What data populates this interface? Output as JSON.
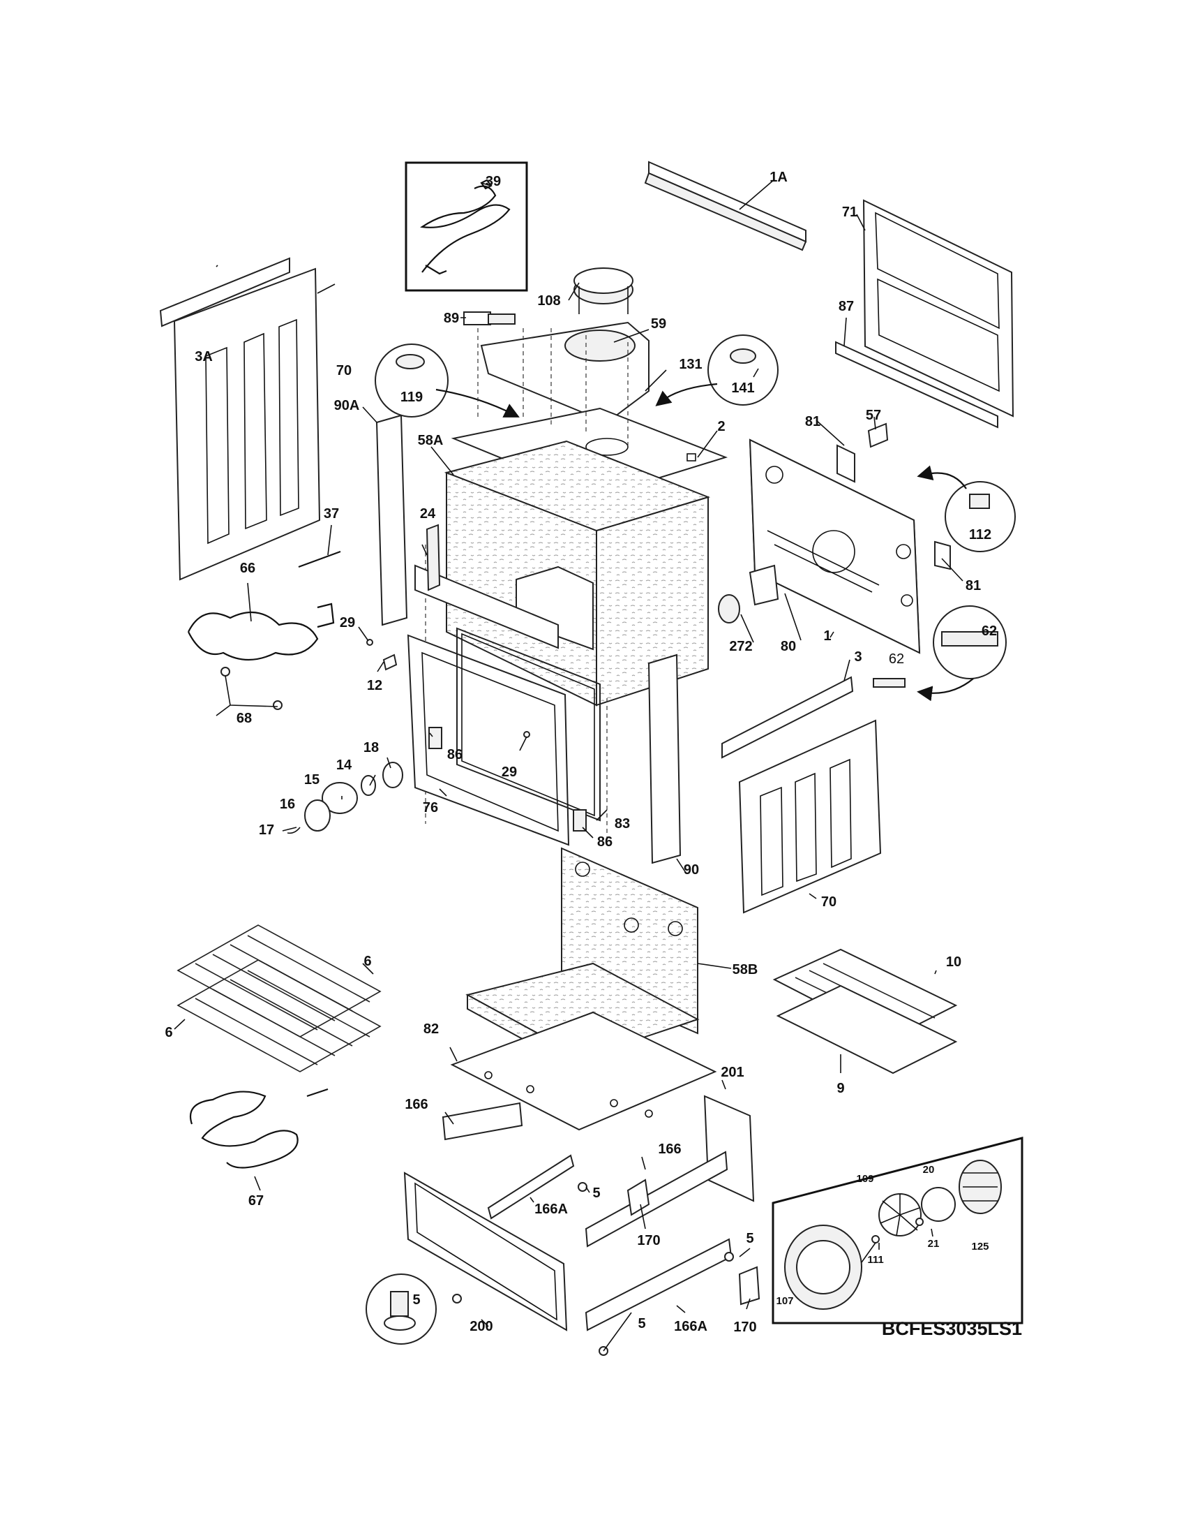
{
  "model_id": "BCFES3035LS1",
  "callouts": [
    {
      "id": "c-39",
      "text": "39"
    },
    {
      "id": "c-1A",
      "text": "1A"
    },
    {
      "id": "c-71",
      "text": "71"
    },
    {
      "id": "c-108",
      "text": "108"
    },
    {
      "id": "c-89",
      "text": "89"
    },
    {
      "id": "c-59",
      "text": "59"
    },
    {
      "id": "c-87",
      "text": "87"
    },
    {
      "id": "c-3A",
      "text": "3A"
    },
    {
      "id": "c-70a",
      "text": "70"
    },
    {
      "id": "c-119",
      "text": "119"
    },
    {
      "id": "c-131",
      "text": "131"
    },
    {
      "id": "c-141",
      "text": "141"
    },
    {
      "id": "c-90A",
      "text": "90A"
    },
    {
      "id": "c-58A",
      "text": "58A"
    },
    {
      "id": "c-2",
      "text": "2"
    },
    {
      "id": "c-81a",
      "text": "81"
    },
    {
      "id": "c-57",
      "text": "57"
    },
    {
      "id": "c-37",
      "text": "37"
    },
    {
      "id": "c-24",
      "text": "24"
    },
    {
      "id": "c-112",
      "text": "112"
    },
    {
      "id": "c-66",
      "text": "66"
    },
    {
      "id": "c-81b",
      "text": "81"
    },
    {
      "id": "c-29a",
      "text": "29"
    },
    {
      "id": "c-272",
      "text": "272"
    },
    {
      "id": "c-80",
      "text": "80"
    },
    {
      "id": "c-1",
      "text": "1"
    },
    {
      "id": "c-62a",
      "text": "62"
    },
    {
      "id": "c-12",
      "text": "12"
    },
    {
      "id": "c-68",
      "text": "68"
    },
    {
      "id": "c-3",
      "text": "3"
    },
    {
      "id": "c-62b",
      "text": "62"
    },
    {
      "id": "c-18",
      "text": "18"
    },
    {
      "id": "c-14",
      "text": "14"
    },
    {
      "id": "c-86a",
      "text": "86"
    },
    {
      "id": "c-15",
      "text": "15"
    },
    {
      "id": "c-29b",
      "text": "29"
    },
    {
      "id": "c-16",
      "text": "16"
    },
    {
      "id": "c-76",
      "text": "76"
    },
    {
      "id": "c-83",
      "text": "83"
    },
    {
      "id": "c-17",
      "text": "17"
    },
    {
      "id": "c-86b",
      "text": "86"
    },
    {
      "id": "c-90",
      "text": "90"
    },
    {
      "id": "c-70b",
      "text": "70"
    },
    {
      "id": "c-6a",
      "text": "6"
    },
    {
      "id": "c-58B",
      "text": "58B"
    },
    {
      "id": "c-10",
      "text": "10"
    },
    {
      "id": "c-6b",
      "text": "6"
    },
    {
      "id": "c-82",
      "text": "82"
    },
    {
      "id": "c-9",
      "text": "9"
    },
    {
      "id": "c-166a",
      "text": "166"
    },
    {
      "id": "c-201",
      "text": "201"
    },
    {
      "id": "c-166b",
      "text": "166"
    },
    {
      "id": "c-5a",
      "text": "5"
    },
    {
      "id": "c-166Aa",
      "text": "166A"
    },
    {
      "id": "c-67",
      "text": "67"
    },
    {
      "id": "c-170a",
      "text": "170"
    },
    {
      "id": "c-5b",
      "text": "5"
    },
    {
      "id": "c-5c",
      "text": "5"
    },
    {
      "id": "c-200",
      "text": "200"
    },
    {
      "id": "c-166Ab",
      "text": "166A"
    },
    {
      "id": "c-5d",
      "text": "5"
    },
    {
      "id": "c-170b",
      "text": "170"
    },
    {
      "id": "c-109",
      "text": "109"
    },
    {
      "id": "c-20",
      "text": "20"
    },
    {
      "id": "c-21",
      "text": "21"
    },
    {
      "id": "c-125",
      "text": "125"
    },
    {
      "id": "c-111",
      "text": "111"
    },
    {
      "id": "c-107",
      "text": "107"
    }
  ]
}
